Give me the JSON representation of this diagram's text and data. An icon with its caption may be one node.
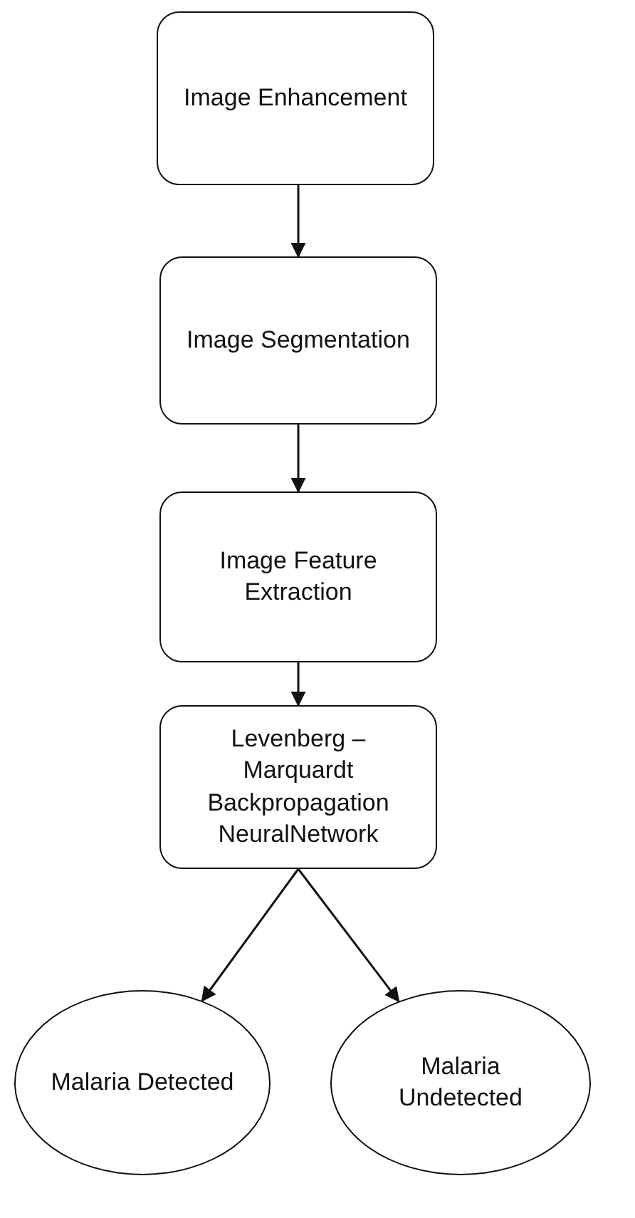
{
  "diagram": {
    "nodes": [
      {
        "text": [
          "Image Enhancement"
        ]
      },
      {
        "text": [
          "Image Segmentation"
        ]
      },
      {
        "text": [
          "Image Feature Extraction"
        ]
      },
      {
        "text": [
          "Levenberg – Marquardt Backpropagation NeuralNetwork"
        ]
      },
      {
        "text": [
          "Malaria Detected"
        ]
      },
      {
        "text": [
          "Malaria Undetected"
        ]
      }
    ],
    "edges": [
      {
        "from": 0,
        "to": 1,
        "arrow": "to"
      },
      {
        "from": 1,
        "to": 2,
        "arrow": "to"
      },
      {
        "from": 2,
        "to": 3,
        "arrow": "to"
      },
      {
        "from": 3,
        "to": 4,
        "arrow": "to"
      },
      {
        "from": 3,
        "to": 5,
        "arrow": "to"
      }
    ]
  }
}
